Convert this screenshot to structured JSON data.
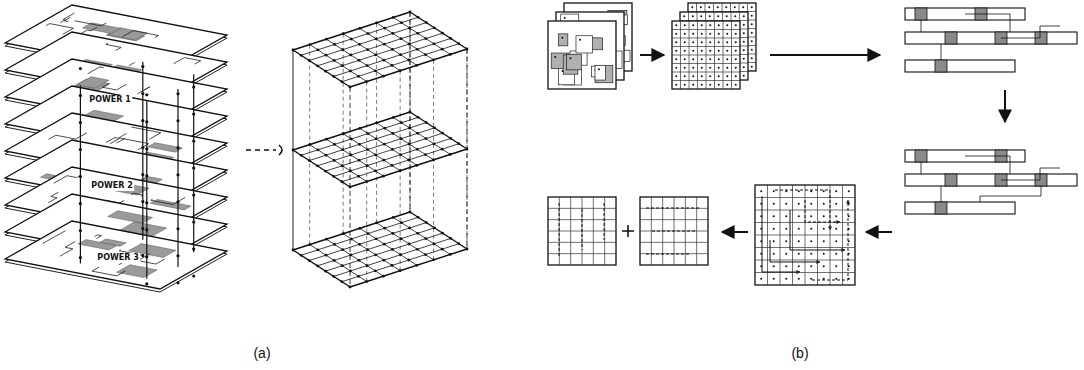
{
  "diagram": {
    "labels": [
      "POWER 1",
      "POWER 2",
      "POWER 3",
      "(a)",
      "(b)"
    ]
  }
}
